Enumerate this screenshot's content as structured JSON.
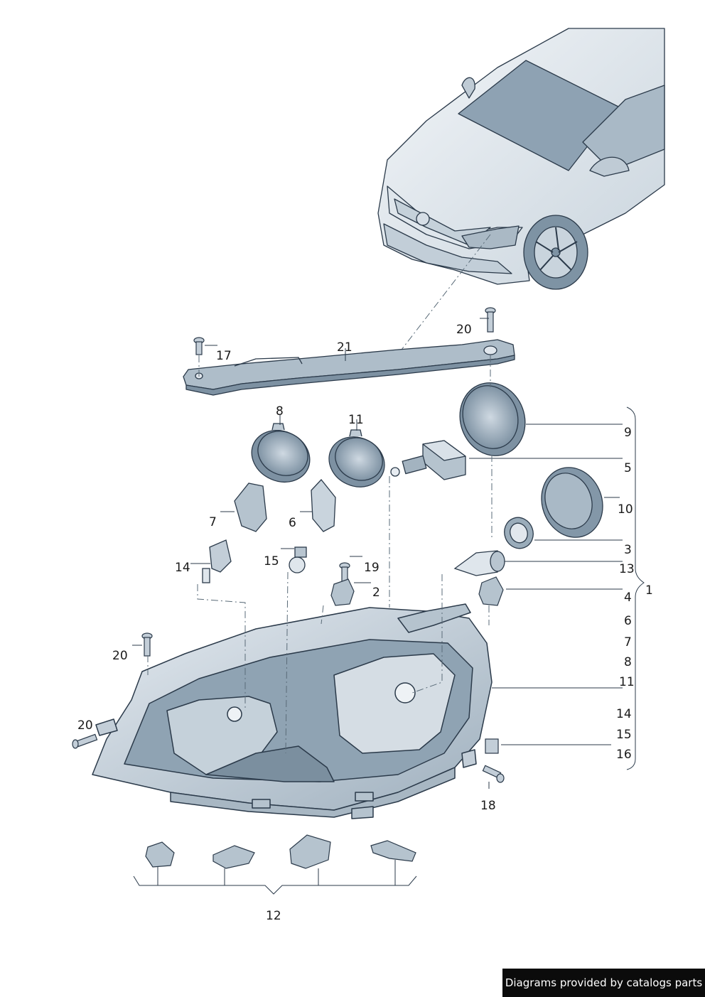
{
  "labels": {
    "p1": "1",
    "p2": "2",
    "p3": "3",
    "p4": "4",
    "p5": "5",
    "p6_list": "6",
    "p6_part": "6",
    "p7_list": "7",
    "p7_part": "7",
    "p8_list": "8",
    "p8_part": "8",
    "p9": "9",
    "p10": "10",
    "p11_list": "11",
    "p11_part": "11",
    "p12": "12",
    "p13": "13",
    "p14_list": "14",
    "p14_part": "14",
    "p15_list": "15",
    "p15_part": "15",
    "p16": "16",
    "p17": "17",
    "p18": "18",
    "p19": "19",
    "p20_top": "20",
    "p20_mid": "20",
    "p20_left": "20",
    "p21": "21"
  },
  "credit": "Diagrams provided by catalogs parts",
  "colors": {
    "line": "#2b3a4a",
    "fill_light": "#d6dee6",
    "fill_mid": "#b8c5d0",
    "fill_dark": "#8fa1b0",
    "glass": "#9fb3c3",
    "leader": "#5a6b78"
  }
}
